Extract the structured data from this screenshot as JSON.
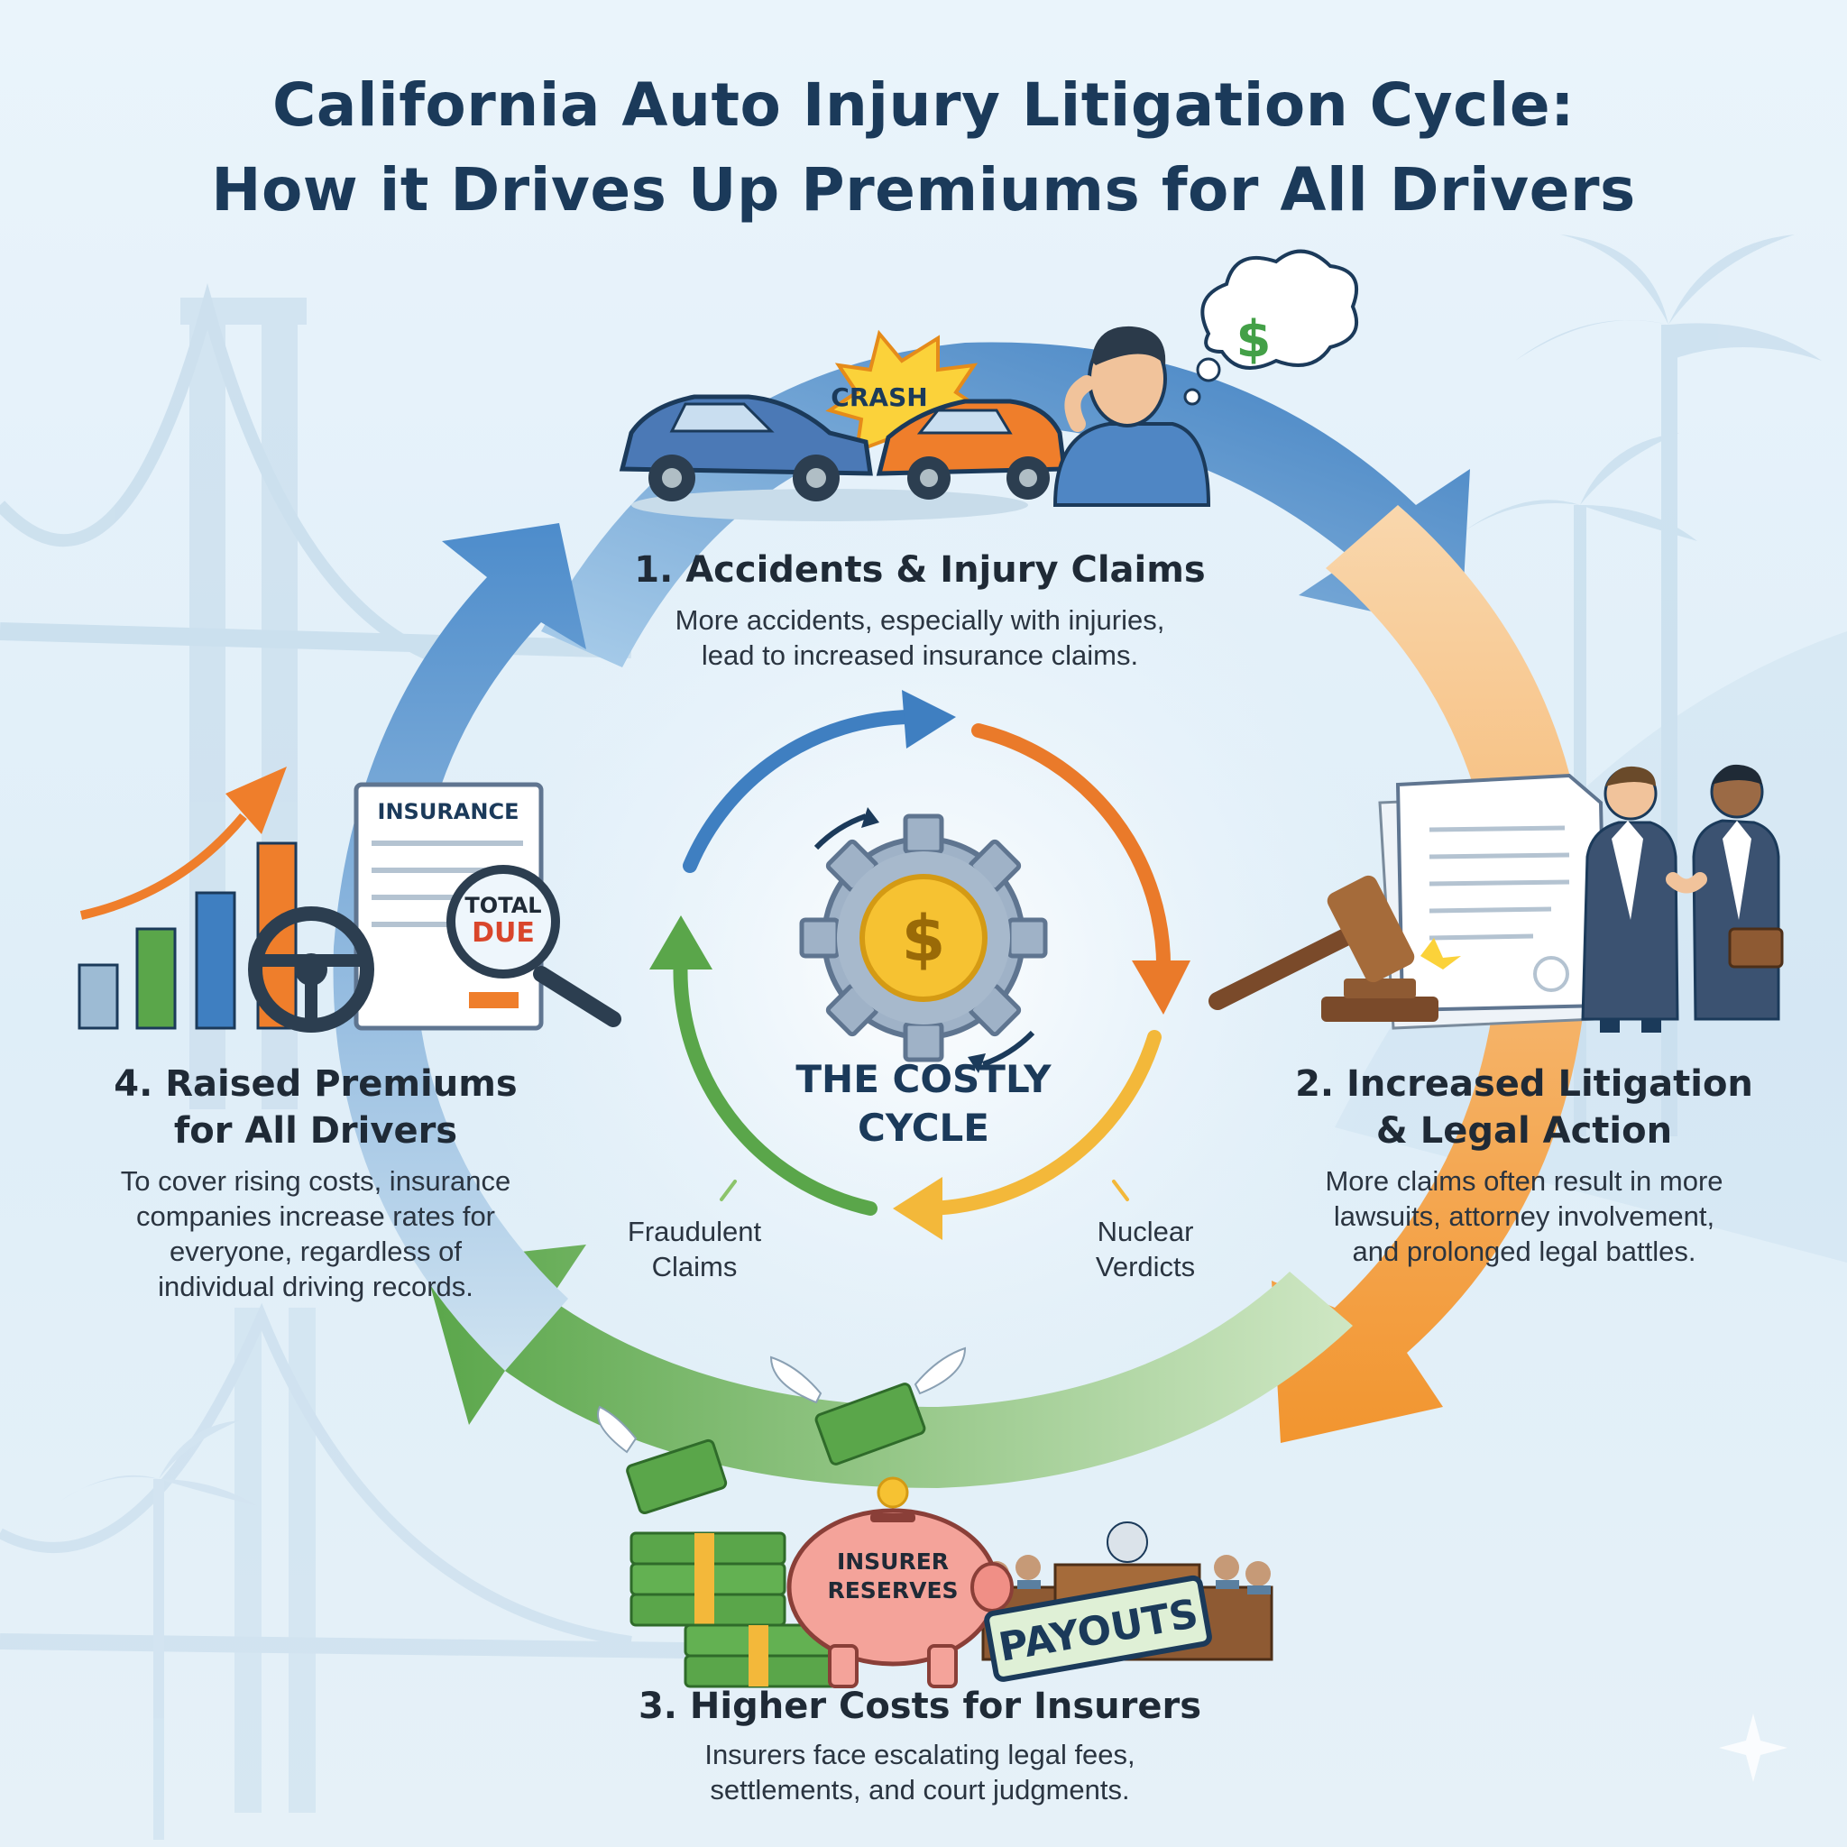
{
  "title": {
    "line1": "California Auto Injury Litigation Cycle:",
    "line2": "How it Drives Up Premiums for All Drivers"
  },
  "center": {
    "line1": "THE COSTLY",
    "line2": "CYCLE"
  },
  "factors": {
    "fraud_line1": "Fraudulent",
    "fraud_line2": "Claims",
    "nuclear_line1": "Nuclear",
    "nuclear_line2": "Verdicts"
  },
  "steps": [
    {
      "heading1": "1. Accidents & Injury Claims",
      "heading2": "",
      "body": [
        "More accidents, especially with injuries,",
        "lead to increased insurance claims."
      ]
    },
    {
      "heading1": "2. Increased Litigation",
      "heading2": "& Legal Action",
      "body": [
        "More claims often result in more",
        "lawsuits, attorney involvement,",
        "and prolonged legal battles."
      ]
    },
    {
      "heading1": "3. Higher Costs for Insurers",
      "heading2": "",
      "body": [
        "Insurers face escalating legal fees,",
        "settlements, and court judgments."
      ]
    },
    {
      "heading1": "4. Raised Premiums",
      "heading2": "for All Drivers",
      "body": [
        "To cover rising costs, insurance",
        "companies increase rates for",
        "everyone, regardless of",
        "individual driving records."
      ]
    }
  ],
  "illustrations": {
    "crash_label": "CRASH",
    "thought_symbol": "$",
    "insurance_label": "INSURANCE",
    "total_label": "TOTAL",
    "due_label": "DUE",
    "piggy_line1": "INSURER",
    "piggy_line2": "RESERVES",
    "payouts_label": "PAYOUTS",
    "gear_symbol": "$"
  },
  "colors": {
    "blue": "#3f7fc1",
    "orange": "#ef8a2e",
    "green": "#5aa64a",
    "yellow": "#f3b83a",
    "navy": "#1b3a5a",
    "ring_blue": "#8fbde3",
    "ring_orange": "#f6b46c",
    "ring_green": "#a9d39a"
  }
}
